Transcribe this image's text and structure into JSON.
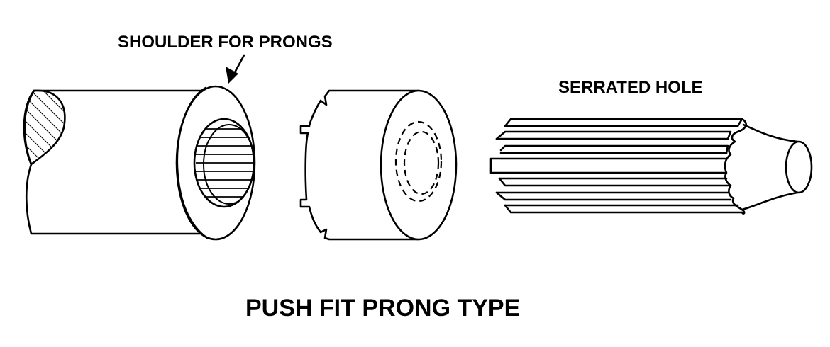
{
  "labels": {
    "shoulder": "SHOULDER FOR PRONGS",
    "serrated": "SERRATED HOLE",
    "title": "PUSH FIT PRONG TYPE"
  },
  "colors": {
    "ink": "#000000",
    "paper": "#ffffff"
  }
}
